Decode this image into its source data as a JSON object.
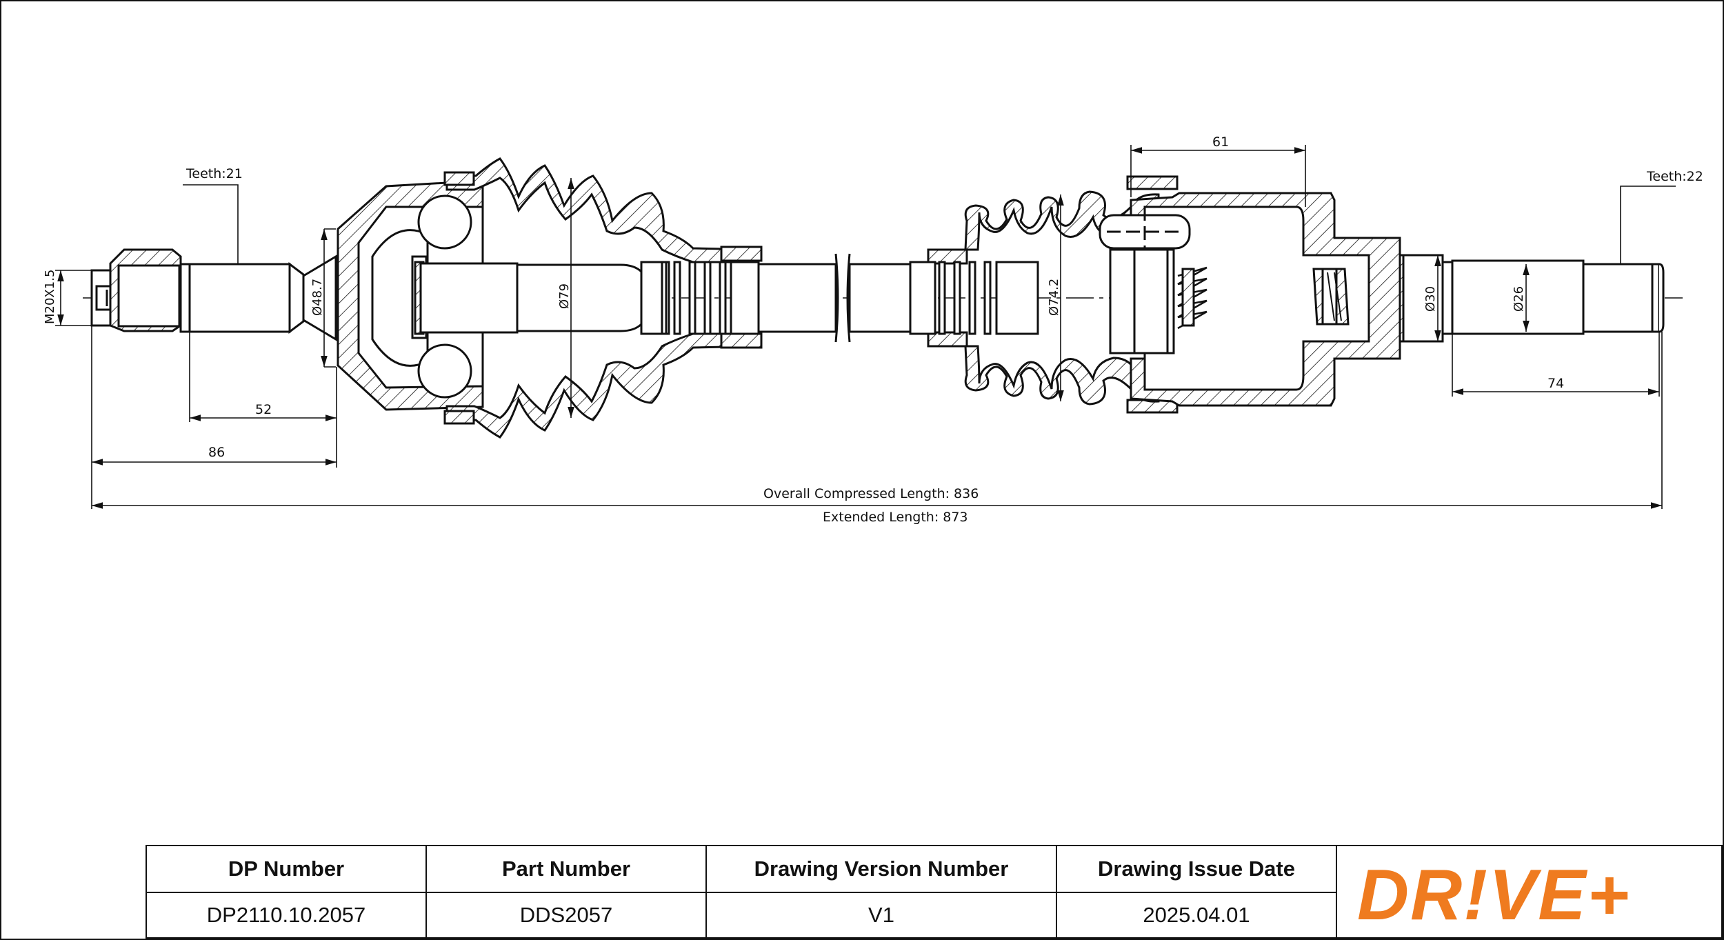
{
  "dimensions": {
    "teeth_left": "Teeth:21",
    "teeth_right": "Teeth:22",
    "thread": "M20X1.5",
    "dia_48_7": "Ø48.7",
    "dia_79": "Ø79",
    "dia_74_2": "Ø74.2",
    "dia_30": "Ø30",
    "dia_26": "Ø26",
    "len_52": "52",
    "len_86": "86",
    "len_61": "61",
    "len_74": "74",
    "overall_compressed": "Overall  Compressed  Length: 836",
    "extended": "Extended  Length: 873"
  },
  "title_block": {
    "dp_number_label": "DP Number",
    "part_number_label": "Part Number",
    "version_label": "Drawing Version Number",
    "issue_date_label": "Drawing Issue Date",
    "dp_number": "DP2110.10.2057",
    "part_number": "DDS2057",
    "version": "V1",
    "issue_date": "2025.04.01"
  },
  "brand": {
    "logo_text": "DR!VE+",
    "logo_color": "#ef7b1f"
  }
}
